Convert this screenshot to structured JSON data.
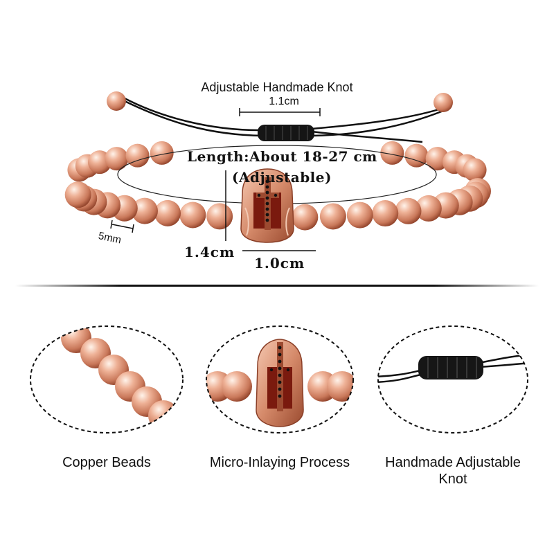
{
  "labels": {
    "knot_title": "Adjustable Handmade Knot",
    "knot_width": "1.1cm",
    "length": "Length:About 18-27 cm",
    "adjustable": "(Adjustable)",
    "bead_size": "5mm",
    "charm_height": "1.4cm",
    "charm_width": "1.0cm"
  },
  "details": [
    {
      "caption_line1": "Copper Beads",
      "caption_line2": ""
    },
    {
      "caption_line1": "Micro-Inlaying Process",
      "caption_line2": ""
    },
    {
      "caption_line1": "Handmade Adjustable",
      "caption_line2": "Knot"
    }
  ],
  "colors": {
    "bead": "#e3a084",
    "bead_dark": "#a8553a",
    "bead_light": "#fbe3d6",
    "cord": "#111111",
    "stone": "#7a1a0e"
  }
}
